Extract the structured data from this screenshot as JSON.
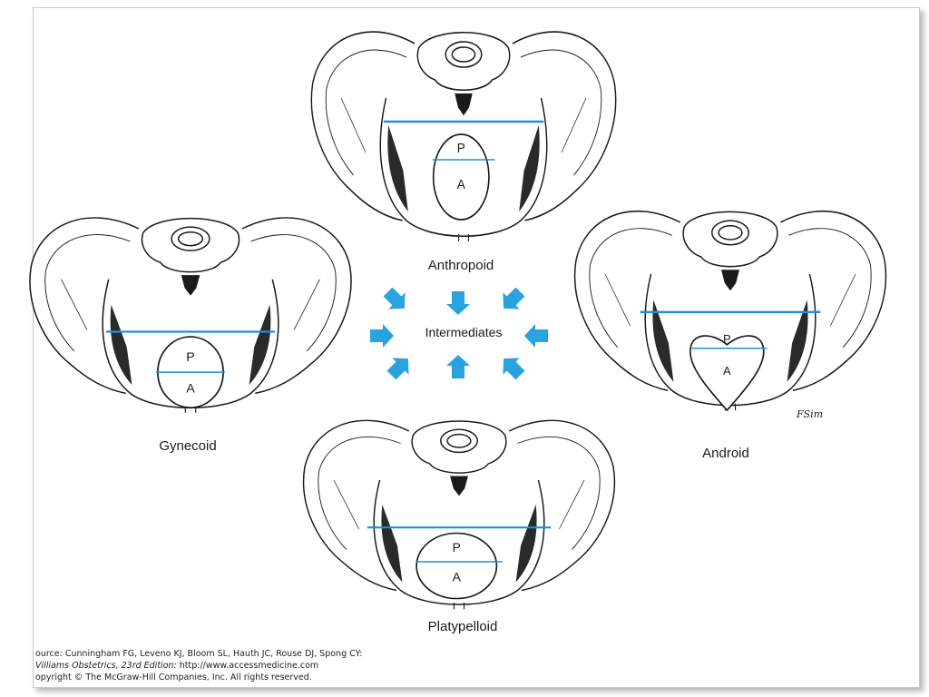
{
  "pelves": [
    {
      "id": "anthropoid",
      "name": "Anthropoid"
    },
    {
      "id": "gynecoid",
      "name": "Gynecoid"
    },
    {
      "id": "android",
      "name": "Android"
    },
    {
      "id": "platypelloid",
      "name": "Platypelloid"
    }
  ],
  "inlet_labels": {
    "posterior": "P",
    "anterior": "A"
  },
  "center_label": "Intermediates",
  "signature": "FSim",
  "source": {
    "line1": "ource: Cunningham FG, Leveno KJ, Bloom SL, Hauth JC, Rouse DJ, Spong CY:",
    "line2_book": "Villiams Obstetrics, 23rd Edition:",
    "line2_url": "http://www.accessmedicine.com",
    "line3": "opyright © The McGraw-Hill Companies, Inc. All rights reserved."
  },
  "colors": {
    "diameter_line": "#1e90d6",
    "arrow": "#29a3e0",
    "ink": "#1a1a1a"
  }
}
